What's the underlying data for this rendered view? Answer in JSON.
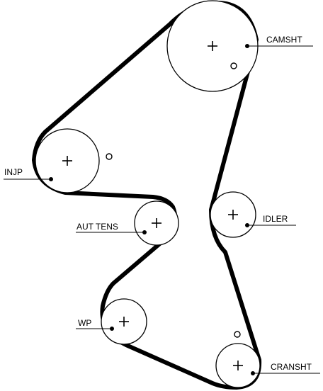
{
  "labels": {
    "camshaft": "CAMSHT",
    "injection_pump": "INJP",
    "auto_tensioner": "AUT TENS",
    "idler": "IDLER",
    "water_pump": "WP",
    "crankshaft": "CRANSHT"
  },
  "colors": {
    "line": "#000000",
    "background": "#ffffff"
  }
}
